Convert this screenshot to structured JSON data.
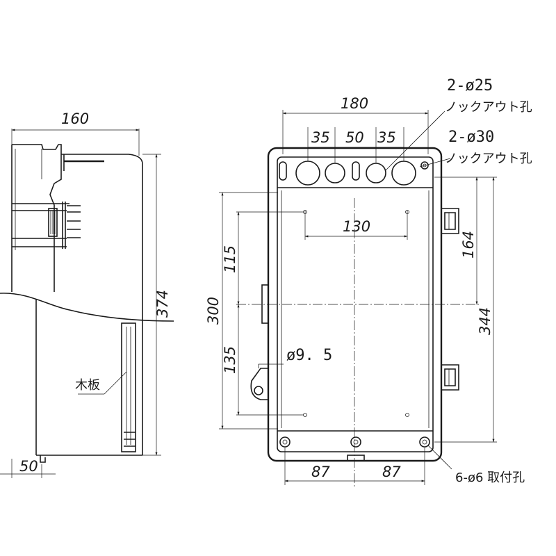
{
  "side_view": {
    "width_top": "160",
    "height": "374",
    "bottom_offset": "50",
    "wood_board_label": "木板"
  },
  "front_view": {
    "outer_width": "180",
    "knockout_spacing_1": "35",
    "knockout_spacing_2": "50",
    "knockout_spacing_3": "35",
    "hole_spacing_h": "130",
    "height_mount": "300",
    "upper_offset": "115",
    "lower_offset": "135",
    "right_upper": "164",
    "right_total": "344",
    "bottom_left": "87",
    "bottom_right": "87",
    "hang_hole": "ø9. 5"
  },
  "callouts": {
    "knockout_25_count": "2-ø25",
    "knockout_25_label": "ノックアウト孔",
    "knockout_30_count": "2-ø30",
    "knockout_30_label": "ノックアウト孔",
    "mount_holes": "6-ø6 取付孔"
  }
}
